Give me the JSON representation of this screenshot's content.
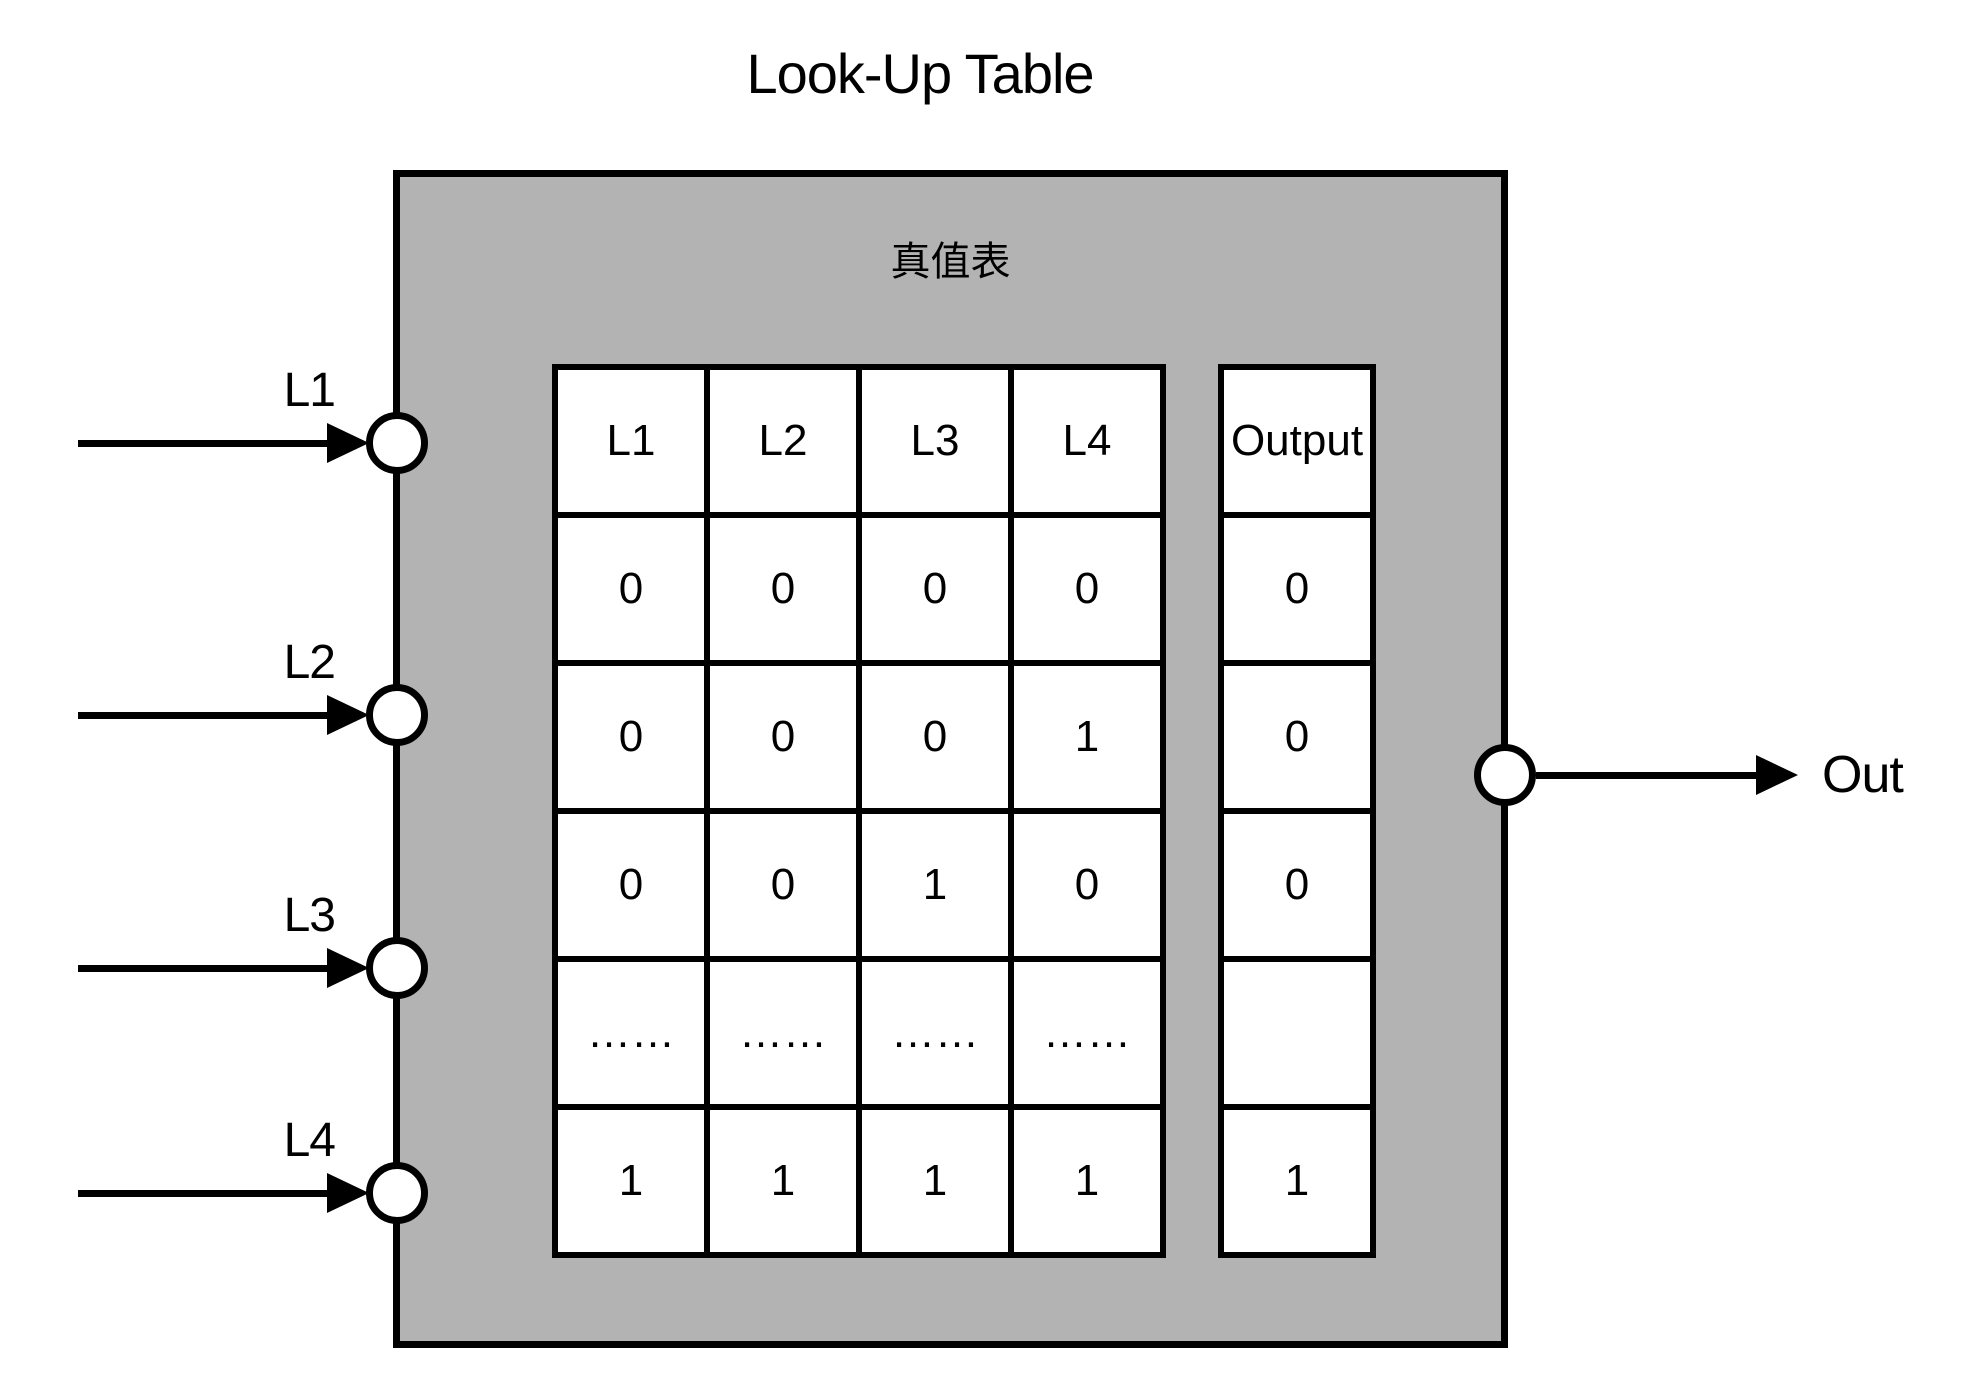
{
  "title": "Look-Up Table",
  "box_label": "真值表",
  "inputs": [
    {
      "label": "L1"
    },
    {
      "label": "L2"
    },
    {
      "label": "L3"
    },
    {
      "label": "L4"
    }
  ],
  "output_label": "Out",
  "table": {
    "headers": [
      "L1",
      "L2",
      "L3",
      "L4"
    ],
    "output_header": "Output",
    "rows": [
      {
        "cells": [
          "0",
          "0",
          "0",
          "0"
        ],
        "output": "0"
      },
      {
        "cells": [
          "0",
          "0",
          "0",
          "1"
        ],
        "output": "0"
      },
      {
        "cells": [
          "0",
          "0",
          "1",
          "0"
        ],
        "output": "0"
      },
      {
        "cells": [
          "……",
          "……",
          "……",
          "……"
        ],
        "output": ""
      },
      {
        "cells": [
          "1",
          "1",
          "1",
          "1"
        ],
        "output": "1"
      }
    ]
  },
  "colors": {
    "box_fill": "#b3b3b3",
    "line": "#000000",
    "cell_fill": "#ffffff"
  }
}
